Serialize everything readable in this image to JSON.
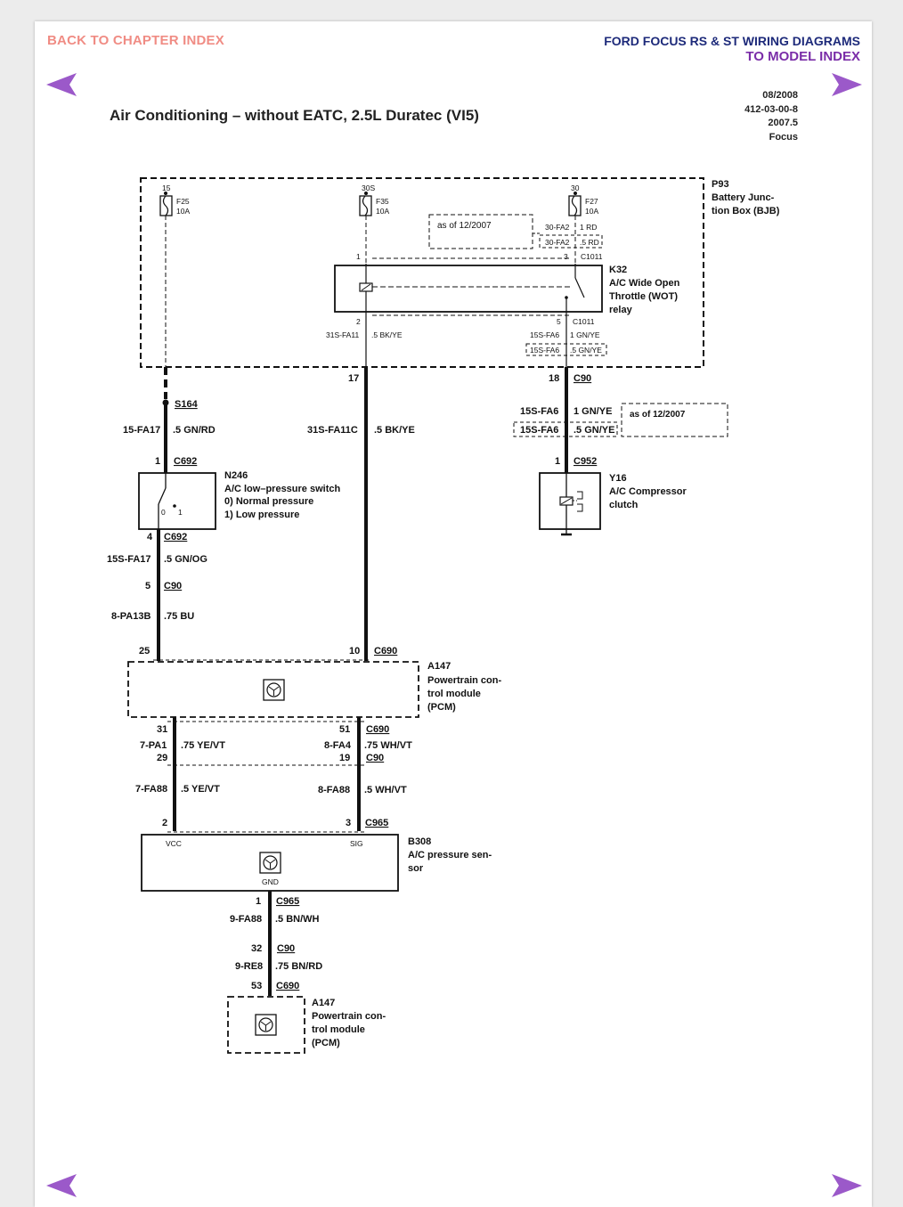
{
  "header": {
    "back_link": "BACK TO CHAPTER INDEX",
    "doc_title": "FORD FOCUS RS & ST WIRING DIAGRAMS",
    "model_link": "TO MODEL INDEX",
    "page_title": "Air Conditioning – without EATC, 2.5L Duratec (VI5)",
    "meta": {
      "date": "08/2008",
      "code": "412-03-00-8",
      "year": "2007.5",
      "model": "Focus"
    }
  },
  "nav": {
    "arrow_color": "#9b59c9"
  },
  "diagram": {
    "bjb": {
      "id": "P93",
      "name_l1": "Battery Junc-",
      "name_l2": "tion Box (BJB)"
    },
    "fuses": [
      {
        "pin": "15",
        "id": "F25",
        "rating": "10A"
      },
      {
        "pin": "30S",
        "id": "F35",
        "rating": "10A"
      },
      {
        "pin": "30",
        "id": "F27",
        "rating": "10A"
      }
    ],
    "variant_note": "as of 12/2007",
    "c1011": {
      "circuit_a": "30-FA2",
      "wire_a": "1 RD",
      "circuit_b": "30-FA2",
      "wire_b": ".5 RD",
      "pin": "3",
      "connector": "C1011"
    },
    "relay": {
      "id": "K32",
      "name_l1": "A/C Wide Open",
      "name_l2": "Throttle (WOT)",
      "name_l3": "relay",
      "pin_in": "1",
      "pin_out": "2",
      "pin_sw": "5",
      "connector": "C1011"
    },
    "relay_out": {
      "circuit_a": "31S-FA11",
      "wire_a": ".5 BK/YE",
      "circuit_b": "15S-FA6",
      "wire_b": "1 GN/YE",
      "circuit_c": "15S-FA6",
      "wire_c": ".5 GN/YE"
    },
    "c90_top": {
      "pin_17": "17",
      "pin_18": "18",
      "connector": "C90"
    },
    "splice": {
      "id": "S164",
      "circuit": "15-FA17",
      "wire": ".5 GN/RD"
    },
    "mid_wire": {
      "circuit": "31S-FA11C",
      "wire": ".5 BK/YE"
    },
    "compressor_feed": {
      "circuit_a": "15S-FA6",
      "wire_a": "1 GN/YE",
      "circuit_b": "15S-FA6",
      "wire_b": ".5 GN/YE",
      "note": "as of 12/2007"
    },
    "switch": {
      "id": "N246",
      "name": "A/C low–pressure switch",
      "state0": "0)   Normal pressure",
      "state1": "1)   Low pressure",
      "pin_top": "1",
      "conn_top": "C692",
      "pin_bot": "4",
      "conn_bot": "C692",
      "label0": "0",
      "label1": "1"
    },
    "clutch": {
      "id": "Y16",
      "name_l1": "A/C Compressor",
      "name_l2": "clutch",
      "pin": "1",
      "connector": "C952"
    },
    "left_wires": [
      {
        "circuit": "15S-FA17",
        "wire": ".5 GN/OG"
      },
      {
        "pin": "5",
        "connector": "C90"
      },
      {
        "circuit": "8-PA13B",
        "wire": ".75 BU"
      }
    ],
    "pcm_top": {
      "id": "A147",
      "name_l1": "Powertrain con-",
      "name_l2": "trol module",
      "name_l3": "(PCM)",
      "pin_25": "25",
      "pin_10": "10",
      "connector": "C690"
    },
    "pcm_out": {
      "left": {
        "pin_top": "31",
        "circuit": "7-PA1",
        "wire": ".75 YE/VT",
        "pin_bot": "29"
      },
      "right": {
        "pin_top": "51",
        "conn_top": "C690",
        "circuit": "8-FA4",
        "wire": ".75 WH/VT",
        "pin_bot": "19",
        "conn_bot": "C90"
      }
    },
    "sensor_wires": {
      "left_circuit": "7-FA88",
      "left_wire": ".5 YE/VT",
      "right_circuit": "8-FA88",
      "right_wire": ".5 WH/VT",
      "pin_left": "2",
      "pin_right": "3",
      "connector": "C965"
    },
    "sensor": {
      "id": "B308",
      "name_l1": "A/C pressure sen-",
      "name_l2": "sor",
      "vcc": "VCC",
      "sig": "SIG",
      "gnd": "GND"
    },
    "ground_path": {
      "pin_a": "1",
      "conn_a": "C965",
      "circuit_a": "9-FA88",
      "wire_a": ".5 BN/WH",
      "pin_b": "32",
      "conn_b": "C90",
      "circuit_b": "9-RE8",
      "wire_b": ".75 BN/RD",
      "pin_c": "53",
      "conn_c": "C690"
    },
    "pcm_bottom": {
      "id": "A147",
      "name_l1": "Powertrain con-",
      "name_l2": "trol module",
      "name_l3": "(PCM)"
    }
  }
}
